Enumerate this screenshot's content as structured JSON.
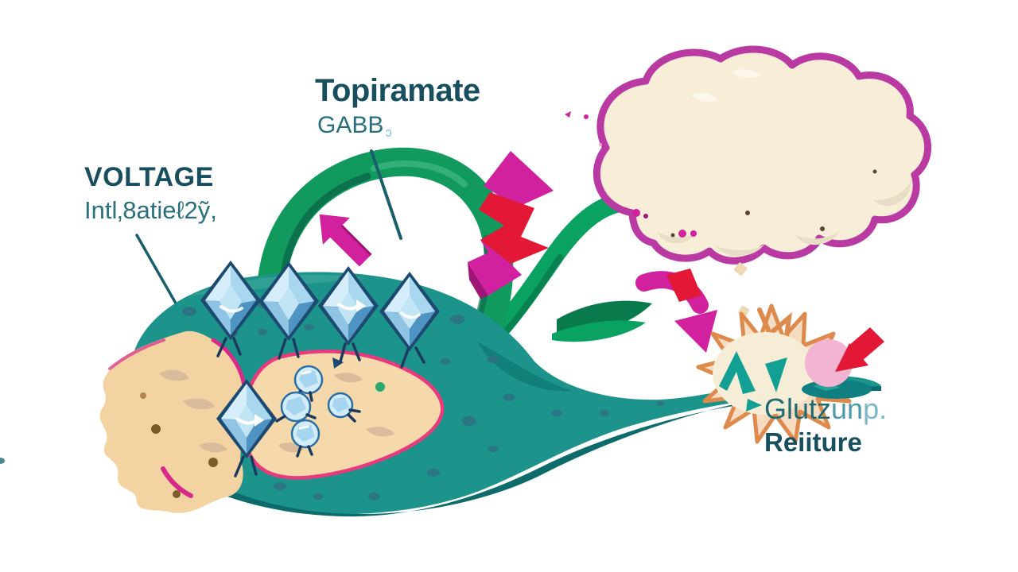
{
  "title": {
    "text": "Topiramate",
    "subtitle": "GABB",
    "subtitle_glyph": "ɔ"
  },
  "labels": {
    "voltage": {
      "heading": "VOLTAGE",
      "subheading": "Intl‚8atieℓ2ỹ,"
    },
    "glutamate": {
      "part1": "Glutz",
      "part2": "un",
      "part3": "p.",
      "line2": "Reiiture"
    }
  },
  "icons": [
    "voltage-channel-gem-icon",
    "vesicle-crystal-icon",
    "gaba-swirl-icon",
    "lightning-bolt-icon",
    "up-arrow-icon",
    "curved-down-arrow-icon",
    "red-pointer-arrow-icon",
    "cloud-icon",
    "burst-icon"
  ],
  "colors": {
    "text_dark": "#174f5f",
    "text_teal": "#27707c",
    "text_light": "#7fc6db",
    "teal_body": "#1d948b",
    "teal_dark": "#0d6b6b",
    "teal_speck": "#2f7080",
    "tan": "#f4d3a2",
    "tan_shadow": "#d9bd9a",
    "brown": "#7d5a2a",
    "nucleus": "#f6d9ab",
    "nucleus_border": "#ea3a7e",
    "pink_edge": "#d92a8a",
    "gem_navy": "#1c4a70",
    "gem_light": "#d6eefb",
    "gem_mid": "#7db9de",
    "gem_deep": "#4f93c2",
    "swirl": "#12995e",
    "swirl_dark": "#0b6b4a",
    "stem": "#0aa260",
    "stem_dark": "#087a4c",
    "magenta": "#d2219e",
    "magenta_dark": "#a01578",
    "red": "#e31837",
    "cloud_fill": "#f8eed8",
    "cloud_border": "#b93aa2",
    "cloud_shadow": "#e7dec5",
    "burst_orange": "#dd8a4c",
    "burst_peach": "#f6ddc2",
    "burst_cream": "#f5edd5",
    "burst_teal": "#12a095",
    "pink_circle": "#f3b4d3",
    "terminal_teal": "#0f7f82"
  }
}
